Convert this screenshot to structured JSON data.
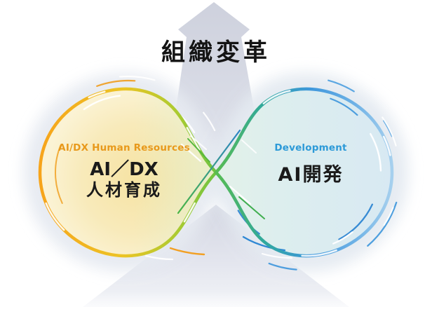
{
  "diagram": {
    "top": {
      "label": "組織変革"
    },
    "left_loop": {
      "tag": "AI/DX Human Resources",
      "title_line1": "AI／DX",
      "title_line2": "人材育成",
      "tag_color": "#e8991b",
      "ring_gradient": [
        "#f7a41b",
        "#ecc425",
        "#aacb31",
        "#5fc044"
      ],
      "fill_color": "#f8eaba"
    },
    "right_loop": {
      "tag": "Development",
      "title": "AI開発",
      "tag_color": "#2d9ad8",
      "ring_gradient": [
        "#5cbe48",
        "#2fa89e",
        "#3e97dc",
        "#a6d0ee"
      ],
      "fill_color": "#dcecf2"
    },
    "arrow": {
      "color": "#d6d9e3",
      "direction": "up"
    },
    "title_text_color": "#1a1a1a"
  }
}
